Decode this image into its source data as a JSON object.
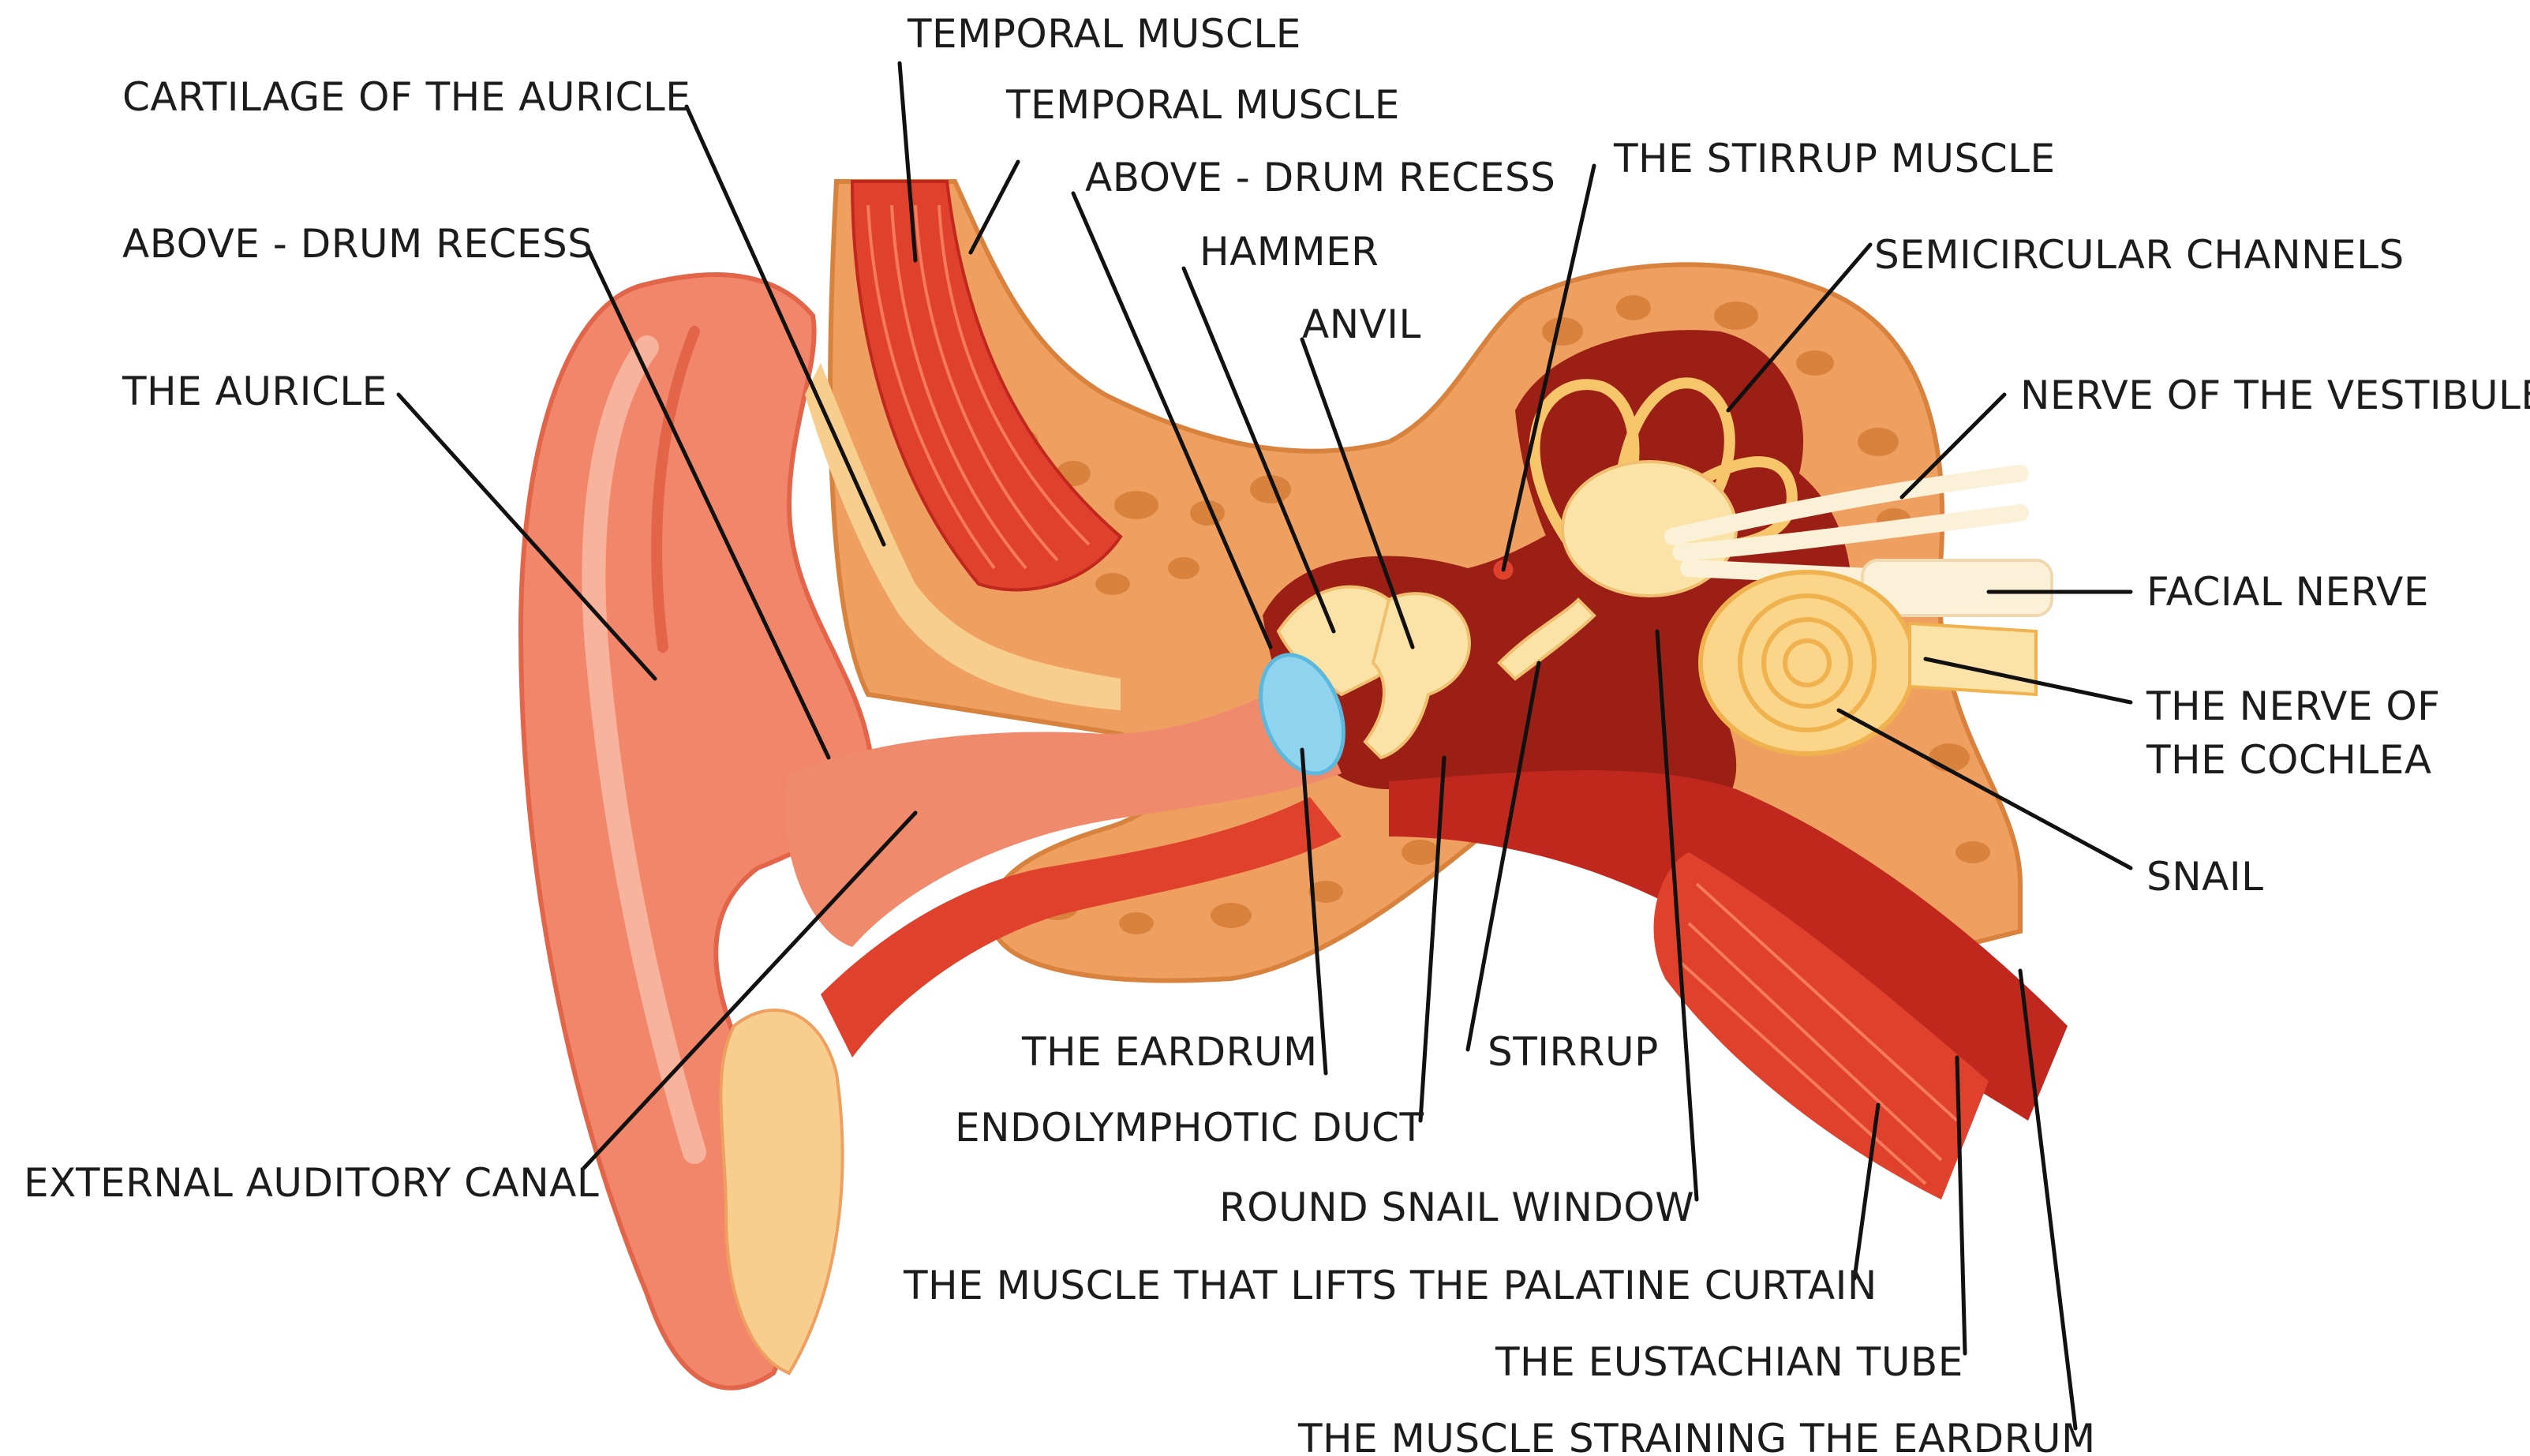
{
  "labels": {
    "temporal_muscle_1": "TEMPORAL MUSCLE",
    "temporal_muscle_2": "TEMPORAL MUSCLE",
    "cartilage_of_auricle": "CARTILAGE OF THE AURICLE",
    "above_drum_recess_left": "ABOVE - DRUM RECESS",
    "above_drum_recess_center": "ABOVE - DRUM RECESS",
    "the_auricle": "THE AURICLE",
    "stirrup_muscle": "THE STIRRUP MUSCLE",
    "hammer": "HAMMER",
    "anvil": "ANVIL",
    "semicircular_channels": "SEMICIRCULAR CHANNELS",
    "nerve_of_vestibule": "NERVE OF THE VESTIBULE",
    "facial_nerve": "FACIAL NERVE",
    "nerve_of_cochlea_line1": "THE NERVE OF",
    "nerve_of_cochlea_line2": "THE COCHLEA",
    "snail": "SNAIL",
    "the_eardrum": "THE EARDRUM",
    "stirrup": "STIRRUP",
    "endolymphatic_duct": "ENDOLYMPHOTIC DUCT",
    "external_auditory_canal": "EXTERNAL AUDITORY CANAL",
    "round_snail_window": "ROUND SNAIL WINDOW",
    "palatine_muscle": "THE MUSCLE THAT LIFTS THE PALATINE CURTAIN",
    "eustachian_tube": "THE EUSTACHIAN TUBE",
    "eardrum_tensor_muscle": "THE MUSCLE STRAINING THE EARDRUM"
  },
  "colors": {
    "skin": "#f2866a",
    "skin_light": "#f8b39c",
    "skin_dark": "#e2654a",
    "cartilage": "#f7ce8e",
    "bone": "#efa060",
    "bone_pore": "#d9823e",
    "muscle": "#e0412c",
    "muscle_dark": "#c0271d",
    "cavity": "#9c1f16",
    "ossicle": "#fbe3a8",
    "eardrum": "#8fd3ee",
    "nerve": "#fbf0d8",
    "label_text": "#1c1c1c"
  }
}
